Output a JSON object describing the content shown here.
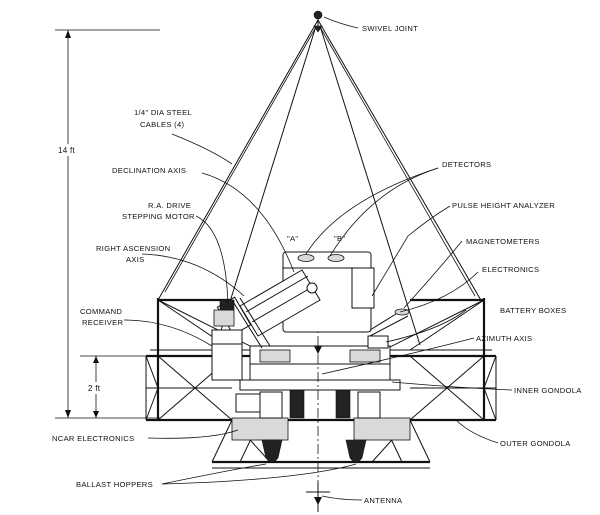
{
  "labels": {
    "swivel_joint": "SWIVEL JOINT",
    "cables_line1": "1/4\" DIA STEEL",
    "cables_line2": "CABLES (4)",
    "height_total": "14 ft",
    "declination_axis": "DECLINATION AXIS",
    "detectors": "DETECTORS",
    "ra_drive_line1": "R.A. DRIVE",
    "ra_drive_line2": "STEPPING MOTOR",
    "pulse_height_analyzer": "PULSE HEIGHT ANALYZER",
    "detector_a": "\"A\"",
    "detector_b": "\"B\"",
    "right_ascension_line1": "RIGHT ASCENSION",
    "right_ascension_line2": "AXIS",
    "magnetometers": "MAGNETOMETERS",
    "electronics": "ELECTRONICS",
    "command_receiver_line1": "COMMAND",
    "command_receiver_line2": "RECEIVER",
    "battery_boxes": "BATTERY BOXES",
    "azimuth_axis": "AZIMUTH AXIS",
    "height_lower": "2 ft",
    "inner_gondola": "INNER GONDOLA",
    "ncar_electronics": "NCAR ELECTRONICS",
    "outer_gondola": "OUTER GONDOLA",
    "ballast_hoppers": "BALLAST HOPPERS",
    "antenna": "ANTENNA"
  }
}
